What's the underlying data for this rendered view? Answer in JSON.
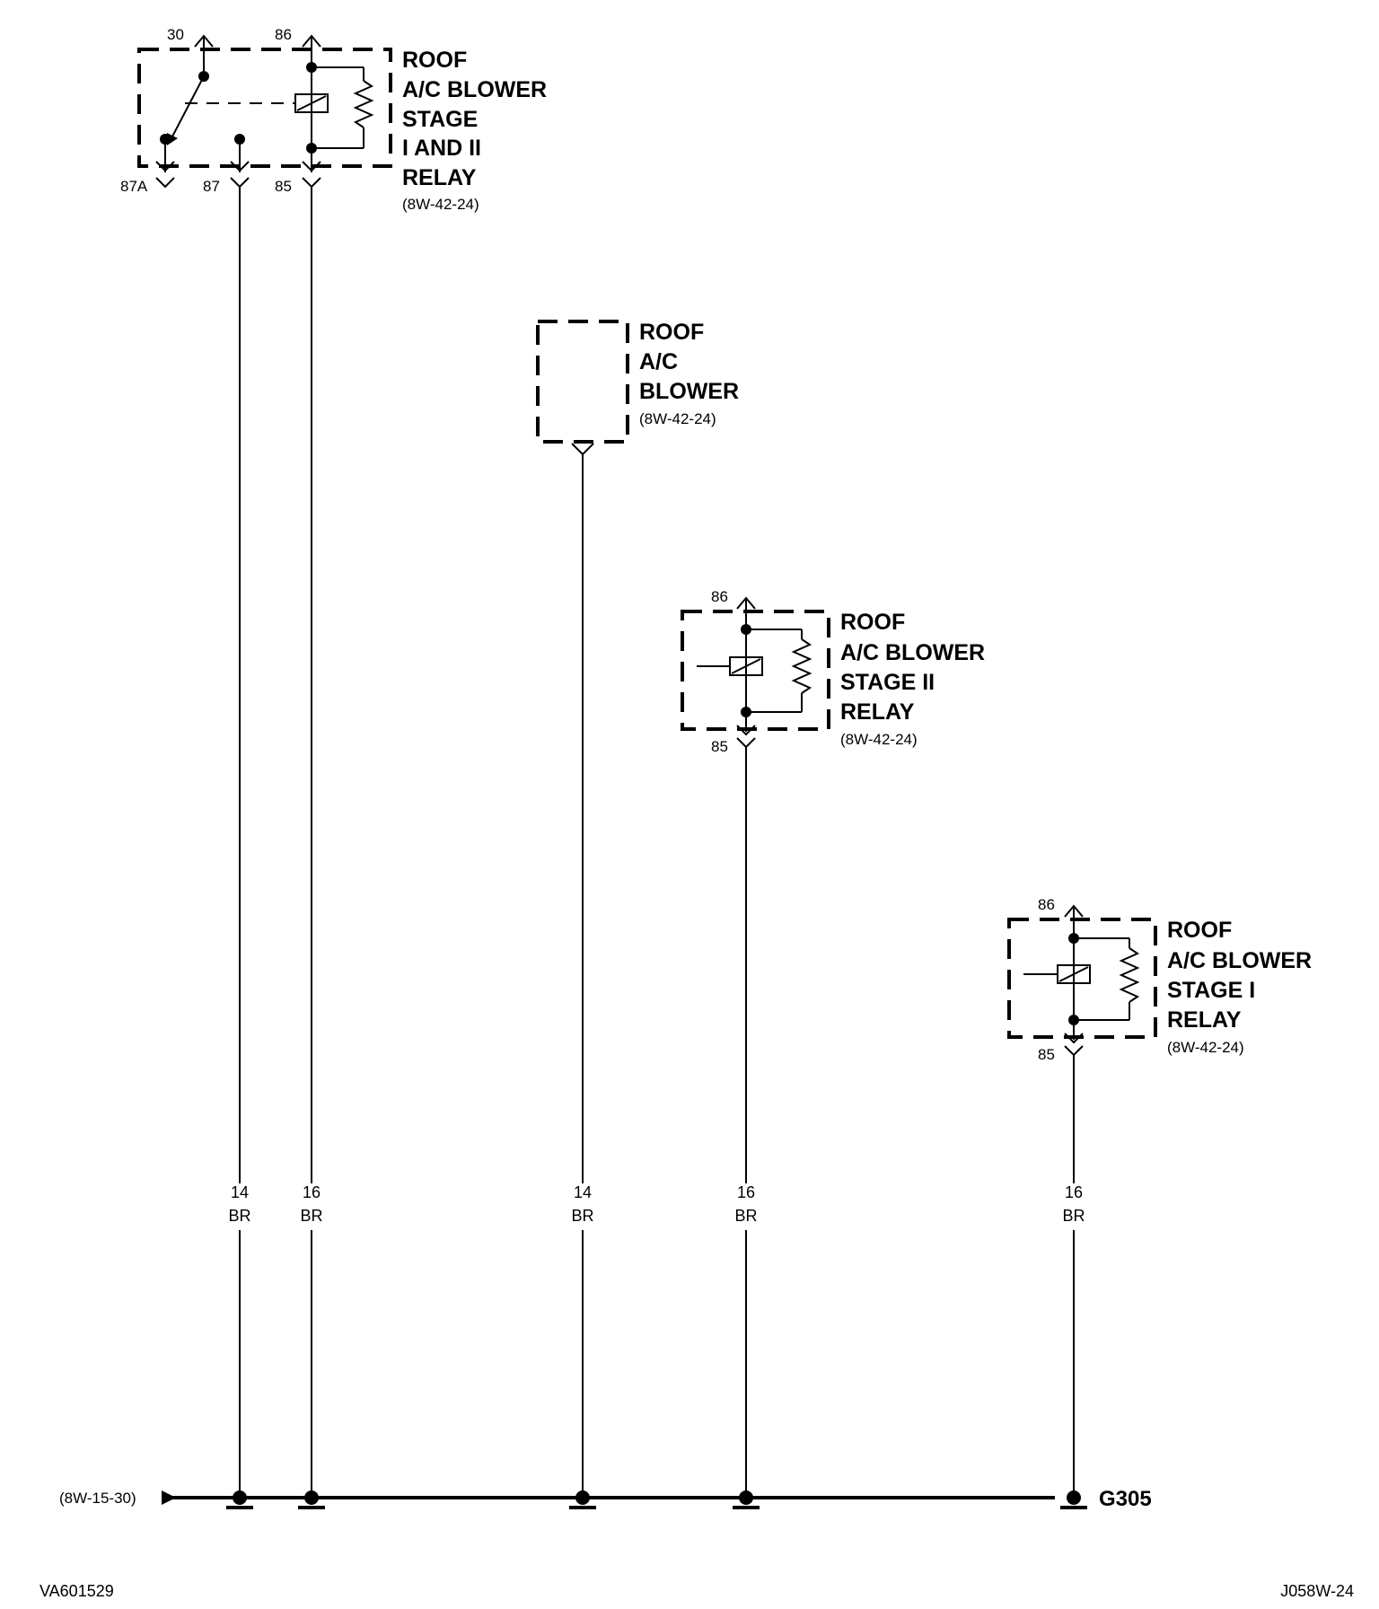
{
  "components": {
    "relay_stage_1_2": {
      "title_lines": [
        "ROOF",
        "A/C BLOWER",
        "STAGE",
        "I AND II",
        "RELAY"
      ],
      "ref": "(8W-42-24)",
      "pins": {
        "p30": "30",
        "p86": "86",
        "p87a": "87A",
        "p87": "87",
        "p85": "85"
      }
    },
    "blower": {
      "title_lines": [
        "ROOF",
        "A/C",
        "BLOWER"
      ],
      "ref": "(8W-42-24)"
    },
    "relay_stage_2": {
      "title_lines": [
        "ROOF",
        "A/C BLOWER",
        "STAGE II",
        "RELAY"
      ],
      "ref": "(8W-42-24)",
      "pins": {
        "p86": "86",
        "p85": "85"
      }
    },
    "relay_stage_1": {
      "title_lines": [
        "ROOF",
        "A/C BLOWER",
        "STAGE I",
        "RELAY"
      ],
      "ref": "(8W-42-24)",
      "pins": {
        "p86": "86",
        "p85": "85"
      }
    }
  },
  "wires": [
    {
      "gauge": "14",
      "color": "BR"
    },
    {
      "gauge": "16",
      "color": "BR"
    },
    {
      "gauge": "14",
      "color": "BR"
    },
    {
      "gauge": "16",
      "color": "BR"
    },
    {
      "gauge": "16",
      "color": "BR"
    }
  ],
  "ground": {
    "name": "G305",
    "ref": "(8W-15-30)"
  },
  "footer": {
    "left_id": "VA601529",
    "right_id": "J058W-24"
  }
}
